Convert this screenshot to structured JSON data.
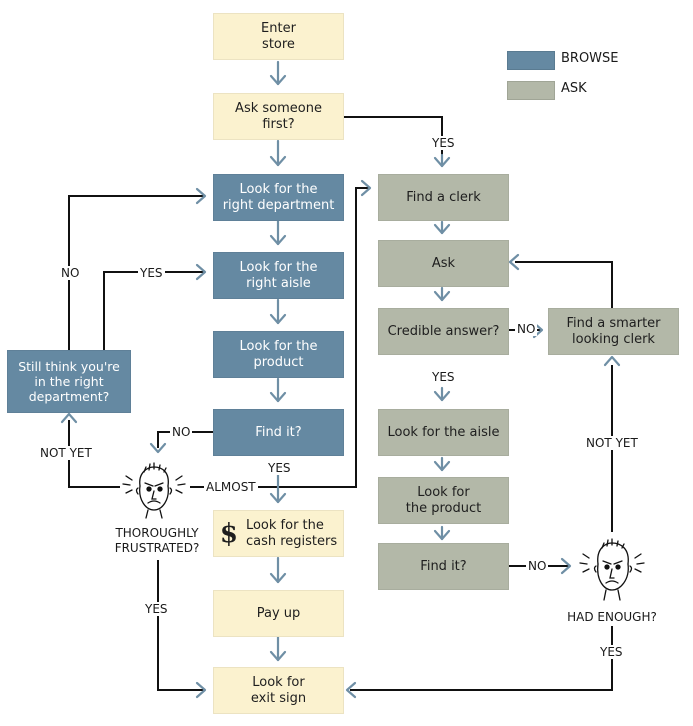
{
  "legend": {
    "browse_label": "BROWSE",
    "ask_label": "ASK",
    "browse_color": "#6589a2",
    "ask_color": "#b3b8a8",
    "neutral_color": "#fbf2cf",
    "arrow_color": "#6f8fa5"
  },
  "nodes": {
    "enter_store": "Enter\nstore",
    "ask_someone_first": "Ask someone\nfirst?",
    "look_department": "Look for the\nright department",
    "look_aisle": "Look for the\nright aisle",
    "look_product_browse": "Look for the\nproduct",
    "find_it_browse": "Find it?",
    "still_think": "Still think you're\nin the right\ndepartment?",
    "look_cash_registers": "Look for the\ncash registers",
    "cash_symbol": "$",
    "pay_up": "Pay up",
    "look_exit": "Look for\nexit sign",
    "find_clerk": "Find a clerk",
    "ask": "Ask",
    "credible_answer": "Credible answer?",
    "smarter_clerk": "Find a smarter\nlooking clerk",
    "look_aisle_ask": "Look for the aisle",
    "look_product_ask": "Look for\nthe product",
    "find_it_ask": "Find it?"
  },
  "edge_labels": {
    "yes_ask": "YES",
    "no_left": "NO",
    "yes_left": "YES",
    "no_find": "NO",
    "not_yet_left": "NOT YET",
    "almost": "ALMOST",
    "yes_find": "YES",
    "yes_frustrated": "YES",
    "no_credible": "NO",
    "yes_credible": "YES",
    "no_find_ask": "NO",
    "not_yet_right": "NOT YET",
    "yes_enough": "YES"
  },
  "captions": {
    "thoroughly_frustrated": "THOROUGHLY\nFRUSTRATED?",
    "had_enough": "HAD ENOUGH?"
  }
}
